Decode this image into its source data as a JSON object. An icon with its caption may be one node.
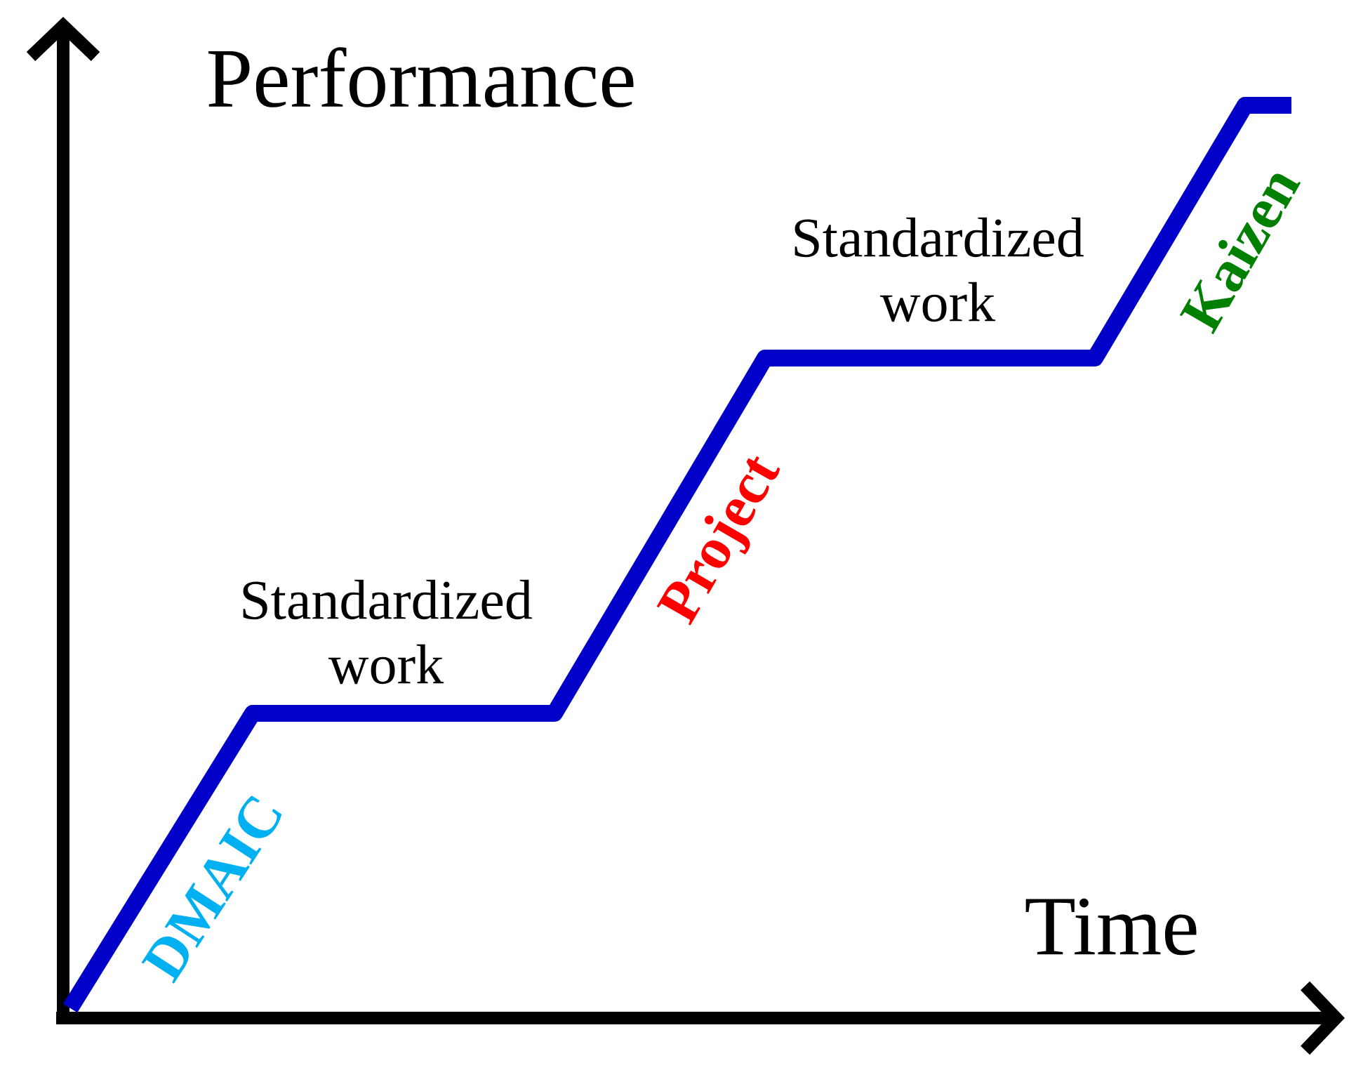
{
  "diagram": {
    "labels": [
      "Performance",
      "Standardized work",
      "Kaizen",
      "Project",
      "Standardized work",
      "DMAIC",
      "Time"
    ]
  }
}
